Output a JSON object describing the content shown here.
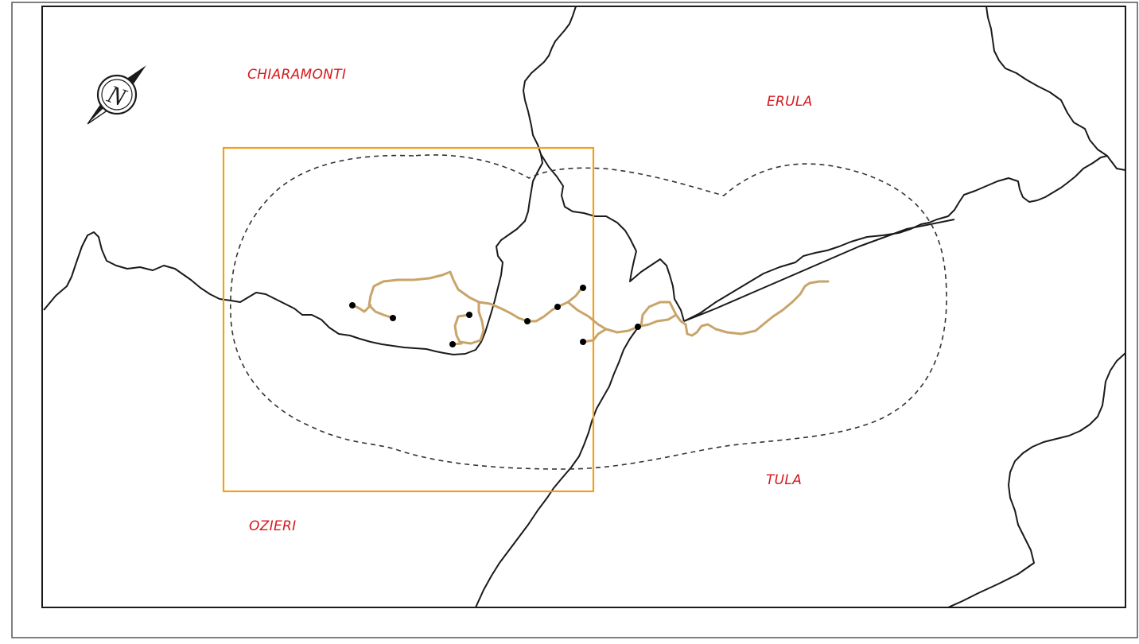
{
  "map": {
    "municipalities": [
      {
        "id": "chiaramonti",
        "name": "CHIARAMONTI"
      },
      {
        "id": "erula",
        "name": "ERULA"
      },
      {
        "id": "tula",
        "name": "TULA"
      },
      {
        "id": "ozieri",
        "name": "OZIERI"
      }
    ],
    "compass": {
      "letter": "N",
      "icon": "north-arrow-icon"
    },
    "colors": {
      "label": "#d7191c",
      "boundary": "#1a1a1a",
      "buffer": "#333333",
      "route": "#c9a46a",
      "extent_box": "#f0a020",
      "turbine": "#000000"
    }
  }
}
